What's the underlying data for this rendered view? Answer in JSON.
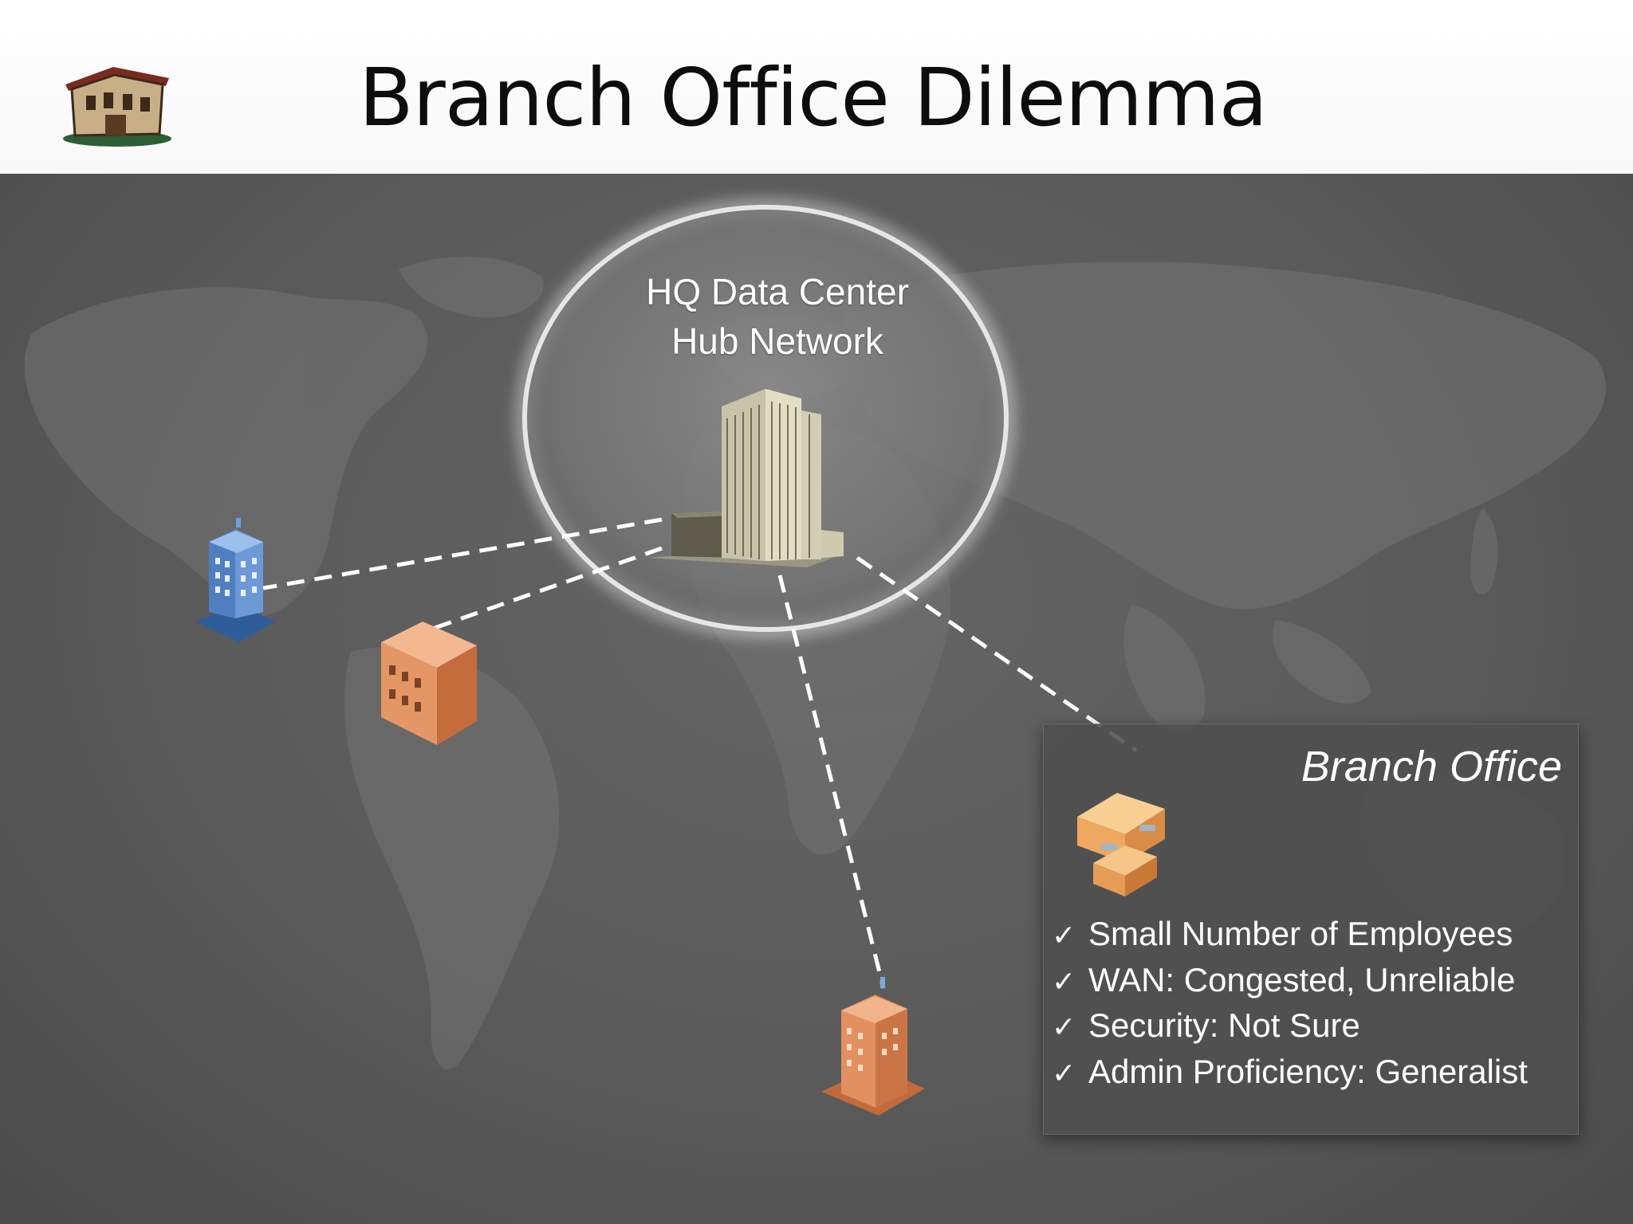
{
  "slide": {
    "title": "Branch Office Dilemma",
    "logo_icon": "old-building-clipart-icon"
  },
  "hq": {
    "label_line1": "HQ Data Center",
    "label_line2": "Hub Network",
    "icon": "skyscraper-icon"
  },
  "branches": [
    {
      "icon": "blue-tower-icon",
      "region": "west-north-america"
    },
    {
      "icon": "orange-building-icon",
      "region": "central-america"
    },
    {
      "icon": "orange-tower-icon",
      "region": "south-atlantic"
    }
  ],
  "callout": {
    "title": "Branch Office",
    "icon": "branch-office-building-icon",
    "items": [
      "Small Number of Employees",
      "WAN: Congested, Unreliable",
      "Security: Not Sure",
      "Admin Proficiency: Generalist"
    ],
    "check_glyph": "✓"
  },
  "colors": {
    "background": "#5a5a5a",
    "connector": "#ffffff",
    "hq_ring": "#e6e6e6",
    "blue_tower": "#5b88c8",
    "orange_building": "#e7955f",
    "branch_building": "#f2b76f"
  }
}
